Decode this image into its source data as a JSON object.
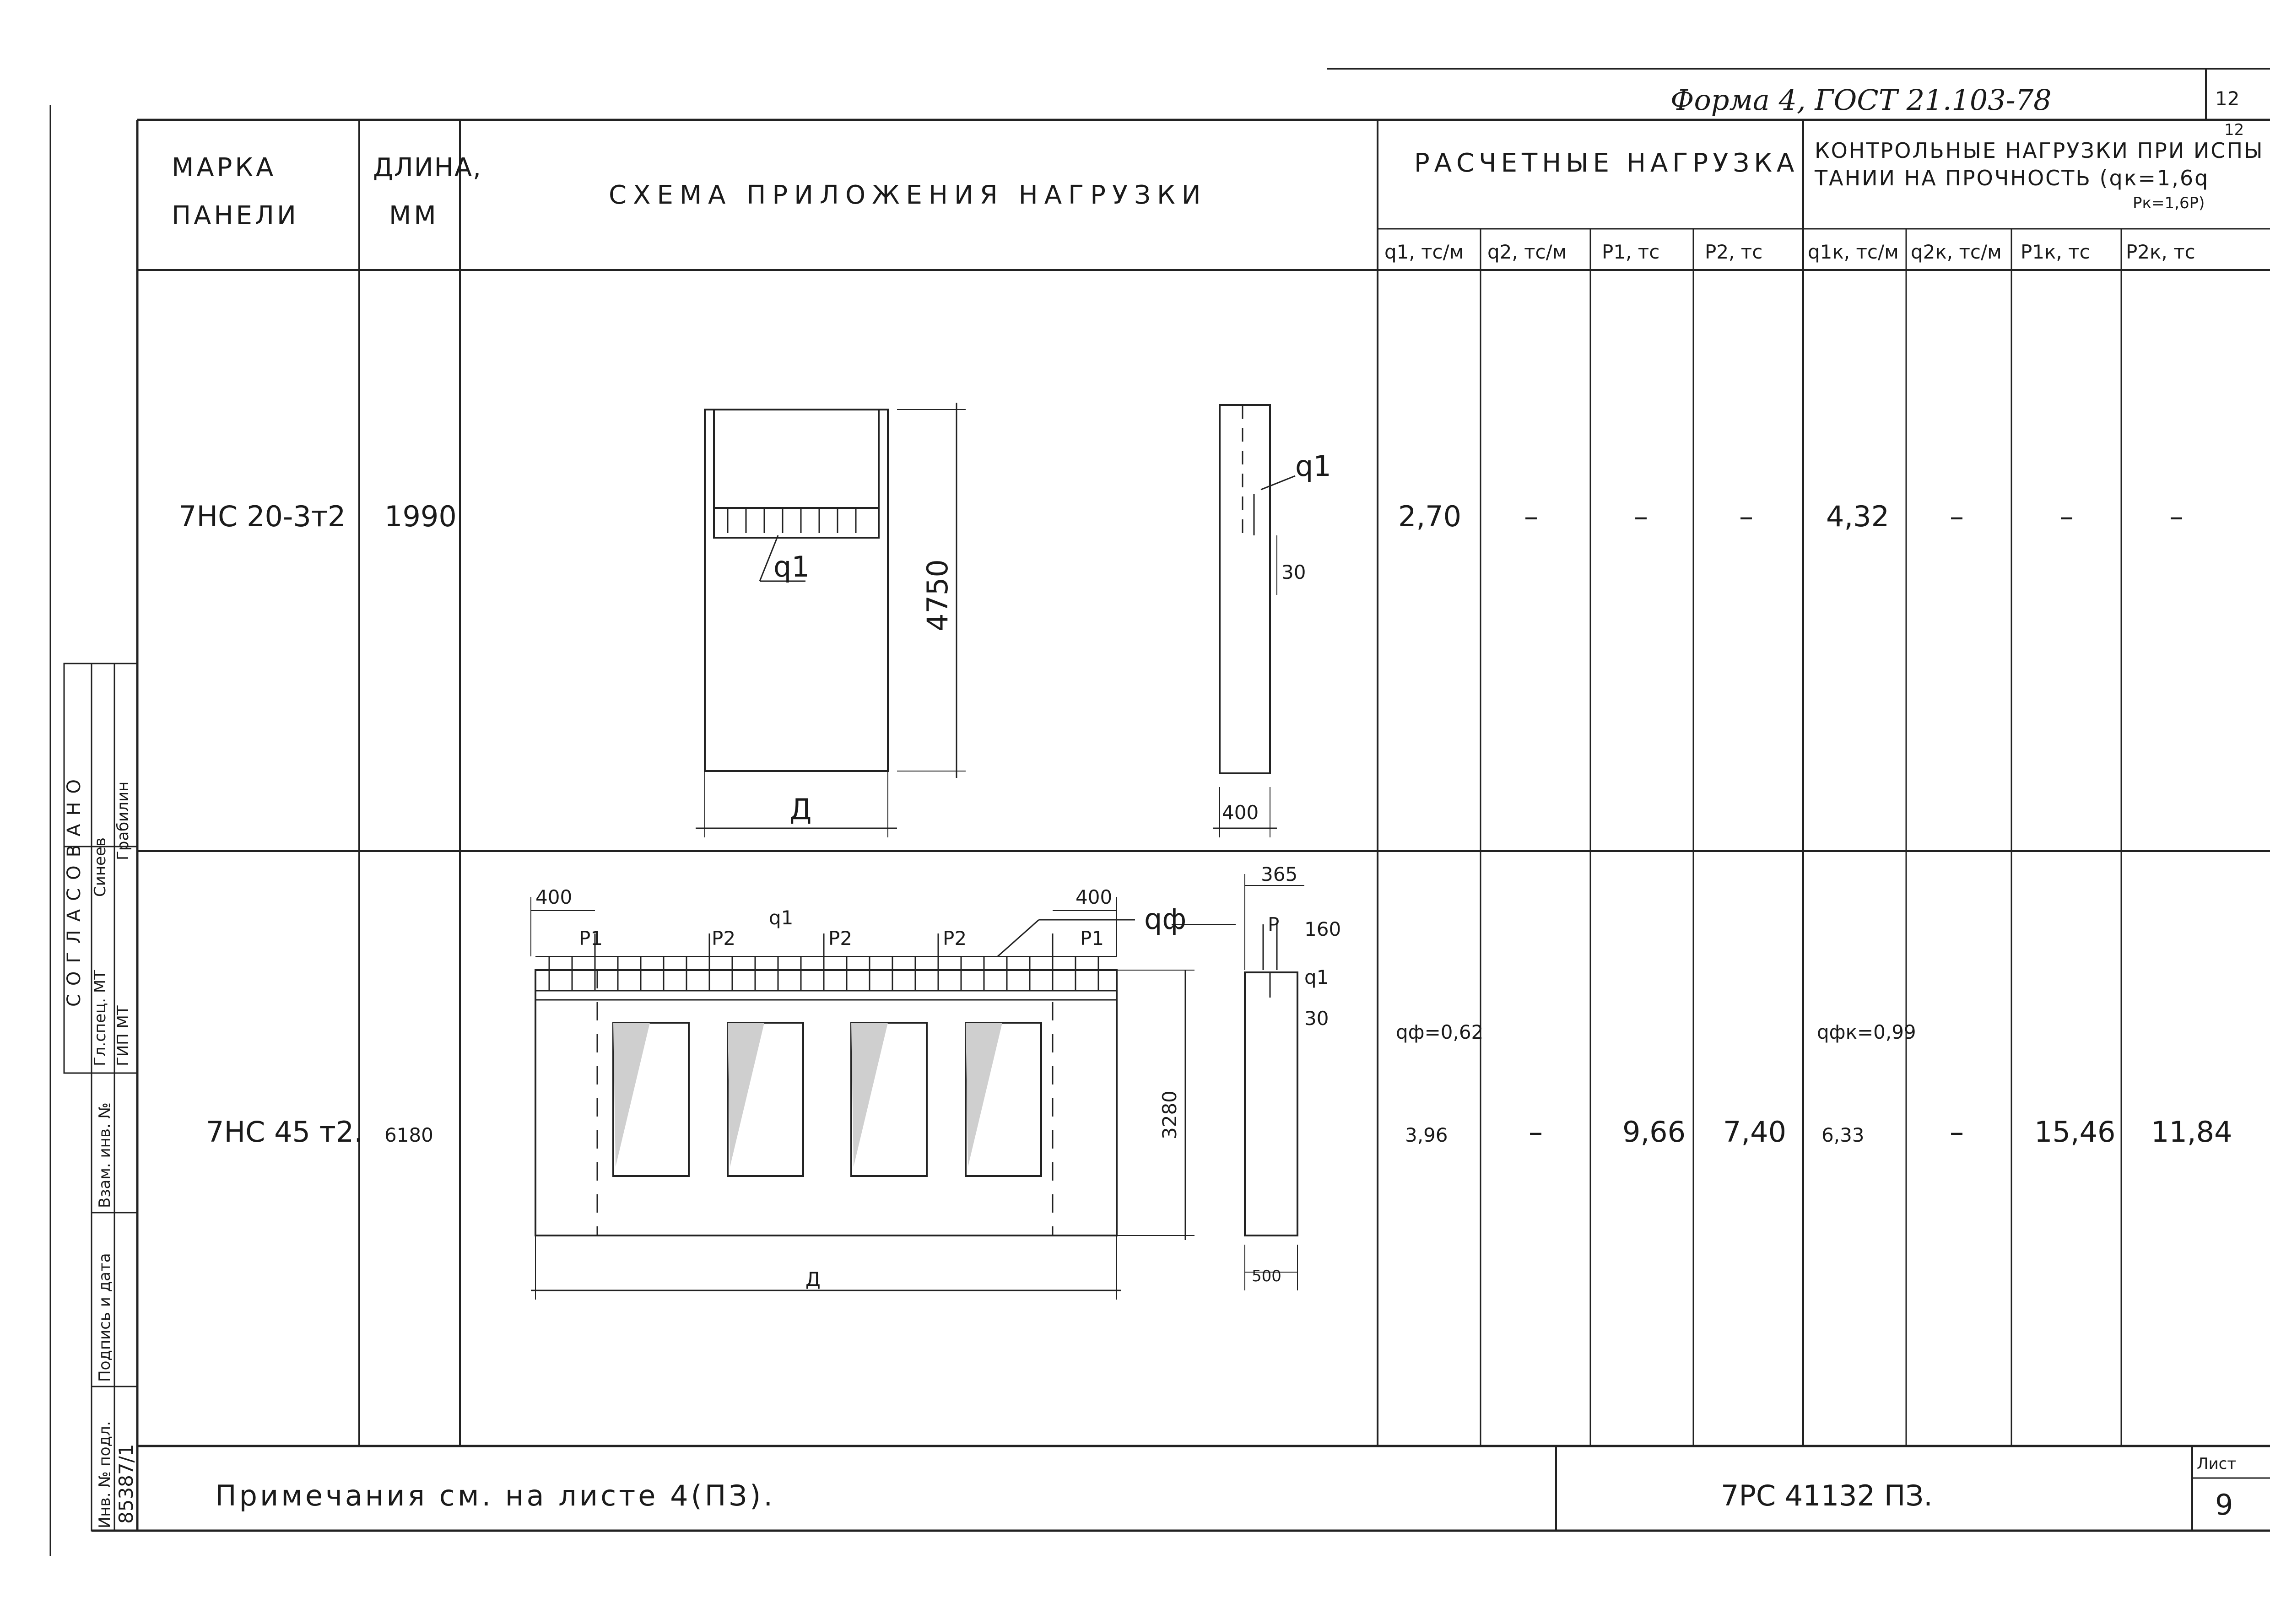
{
  "form_label": "Форма 4, ГОСТ 21.103-78",
  "corner_number": "12",
  "header": {
    "marka_line1": "МАРКА",
    "marka_line2": "ПАНЕЛИ",
    "dlina_line1": "ДЛИНА,",
    "dlina_line2": "ММ",
    "schema": "СХЕМА ПРИЛОЖЕНИЯ НАГРУЗКИ",
    "raschetnye": "РАСЧЕТНЫЕ НАГРУЗКА",
    "kontrol_line1": "КОНТРОЛЬНЫЕ НАГРУЗКИ ПРИ ИСПЫ",
    "kontrol_line2": "ТАНИИ НА ПРОЧНОСТЬ (qк=1,6q",
    "kontrol_line3": "Pк=1,6P)",
    "kontrol_small": "12",
    "cols": [
      "q1, тс/м",
      "q2, тс/м",
      "P1, тс",
      "P2, тс",
      "q1к, тс/м",
      "q2к, тс/м",
      "P1к, тс",
      "P2к, тс"
    ]
  },
  "rows": [
    {
      "marka": "7НС 20-3т2",
      "dlina": "1990",
      "values": [
        "2,70",
        "–",
        "–",
        "–",
        "4,32",
        "–",
        "–",
        "–"
      ],
      "diagram": {
        "height_dim": "4750",
        "width_dim": "Д",
        "load_label": "q1",
        "side_load_label": "q1",
        "side_dim_top": "30",
        "side_width": "400"
      }
    },
    {
      "marka": "7НС 45 т2.",
      "dlina": "6180",
      "qphi": "qф=0,62",
      "qphik": "qфк=0,99",
      "values": [
        "3,96",
        "–",
        "9,66",
        "7,40",
        "6,33",
        "–",
        "15,46",
        "11,84"
      ],
      "diagram": {
        "dim_left": "400",
        "dim_right": "400",
        "labels": [
          "P1",
          "P2",
          "q1",
          "P2",
          "P2",
          "P1"
        ],
        "qphi_label": "qф",
        "height_dim": "3280",
        "width_dim": "Д",
        "side_top": "365",
        "side_p": "P",
        "side_160": "160",
        "side_q1": "q1",
        "side_30": "30",
        "side_width": "500"
      }
    }
  ],
  "note": "Примечания см. на листе 4(ПЗ).",
  "doc_code": "7РС 41132 ПЗ.",
  "sheet_label": "Лист",
  "sheet_number": "9",
  "stamp": {
    "title": "СОГЛАСОВАНО",
    "row1_role": "Гл.спец. МТ",
    "row1_name": "Синеев",
    "row2_role": "ГИП МТ",
    "row2_name": "Грабилин",
    "col_inv_zam": "Взам. инв. №",
    "col_podpis": "Подпись и дата",
    "col_inv_podl": "Инв. № подл.",
    "inv_number": "85387/1"
  }
}
